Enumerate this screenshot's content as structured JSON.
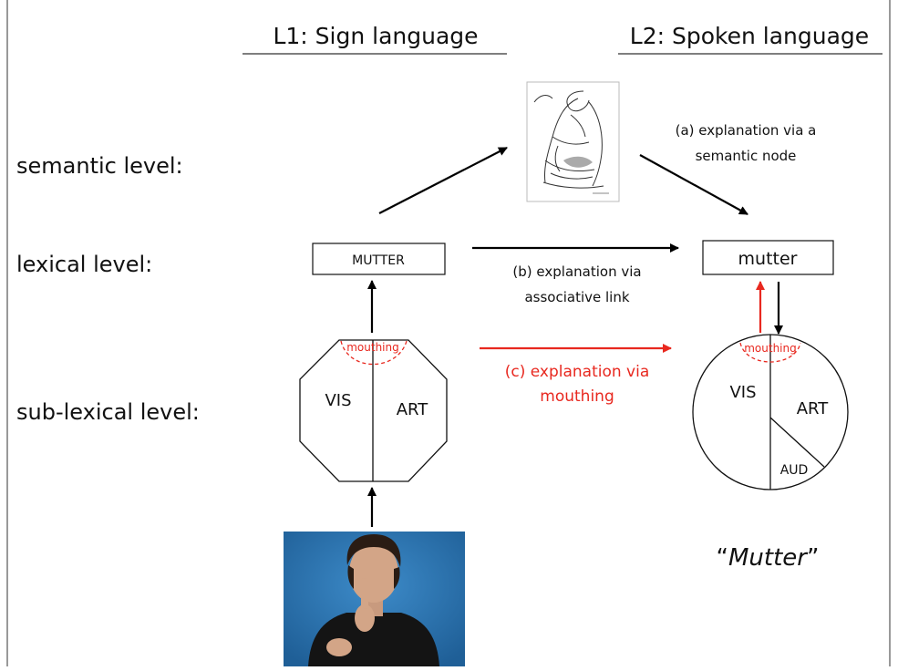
{
  "headers": {
    "l1": "L1: Sign language",
    "l2": "L2: Spoken language"
  },
  "levels": {
    "semantic": "semantic level:",
    "lexical": "lexical level:",
    "sublexical": "sub-lexical level:"
  },
  "lexical": {
    "sign_gloss": "MUTTER",
    "spoken_word": "mutter"
  },
  "explanations": {
    "a_line1": "(a) explanation via a",
    "a_line2": "semantic node",
    "b_line1": "(b) explanation via",
    "b_line2": "associative link",
    "c_line1": "(c) explanation via",
    "c_line2": "mouthing"
  },
  "octagon": {
    "mouthing": "mouthing",
    "left": "VIS",
    "right": "ART"
  },
  "circle": {
    "mouthing": "mouthing",
    "left": "VIS",
    "right": "ART",
    "bottom": "AUD"
  },
  "spoken_form": {
    "open_quote": "“",
    "word": "Mutter",
    "close_quote": "”"
  },
  "colors": {
    "red": "#e8281f",
    "photo_blue": "#2a78b8"
  }
}
